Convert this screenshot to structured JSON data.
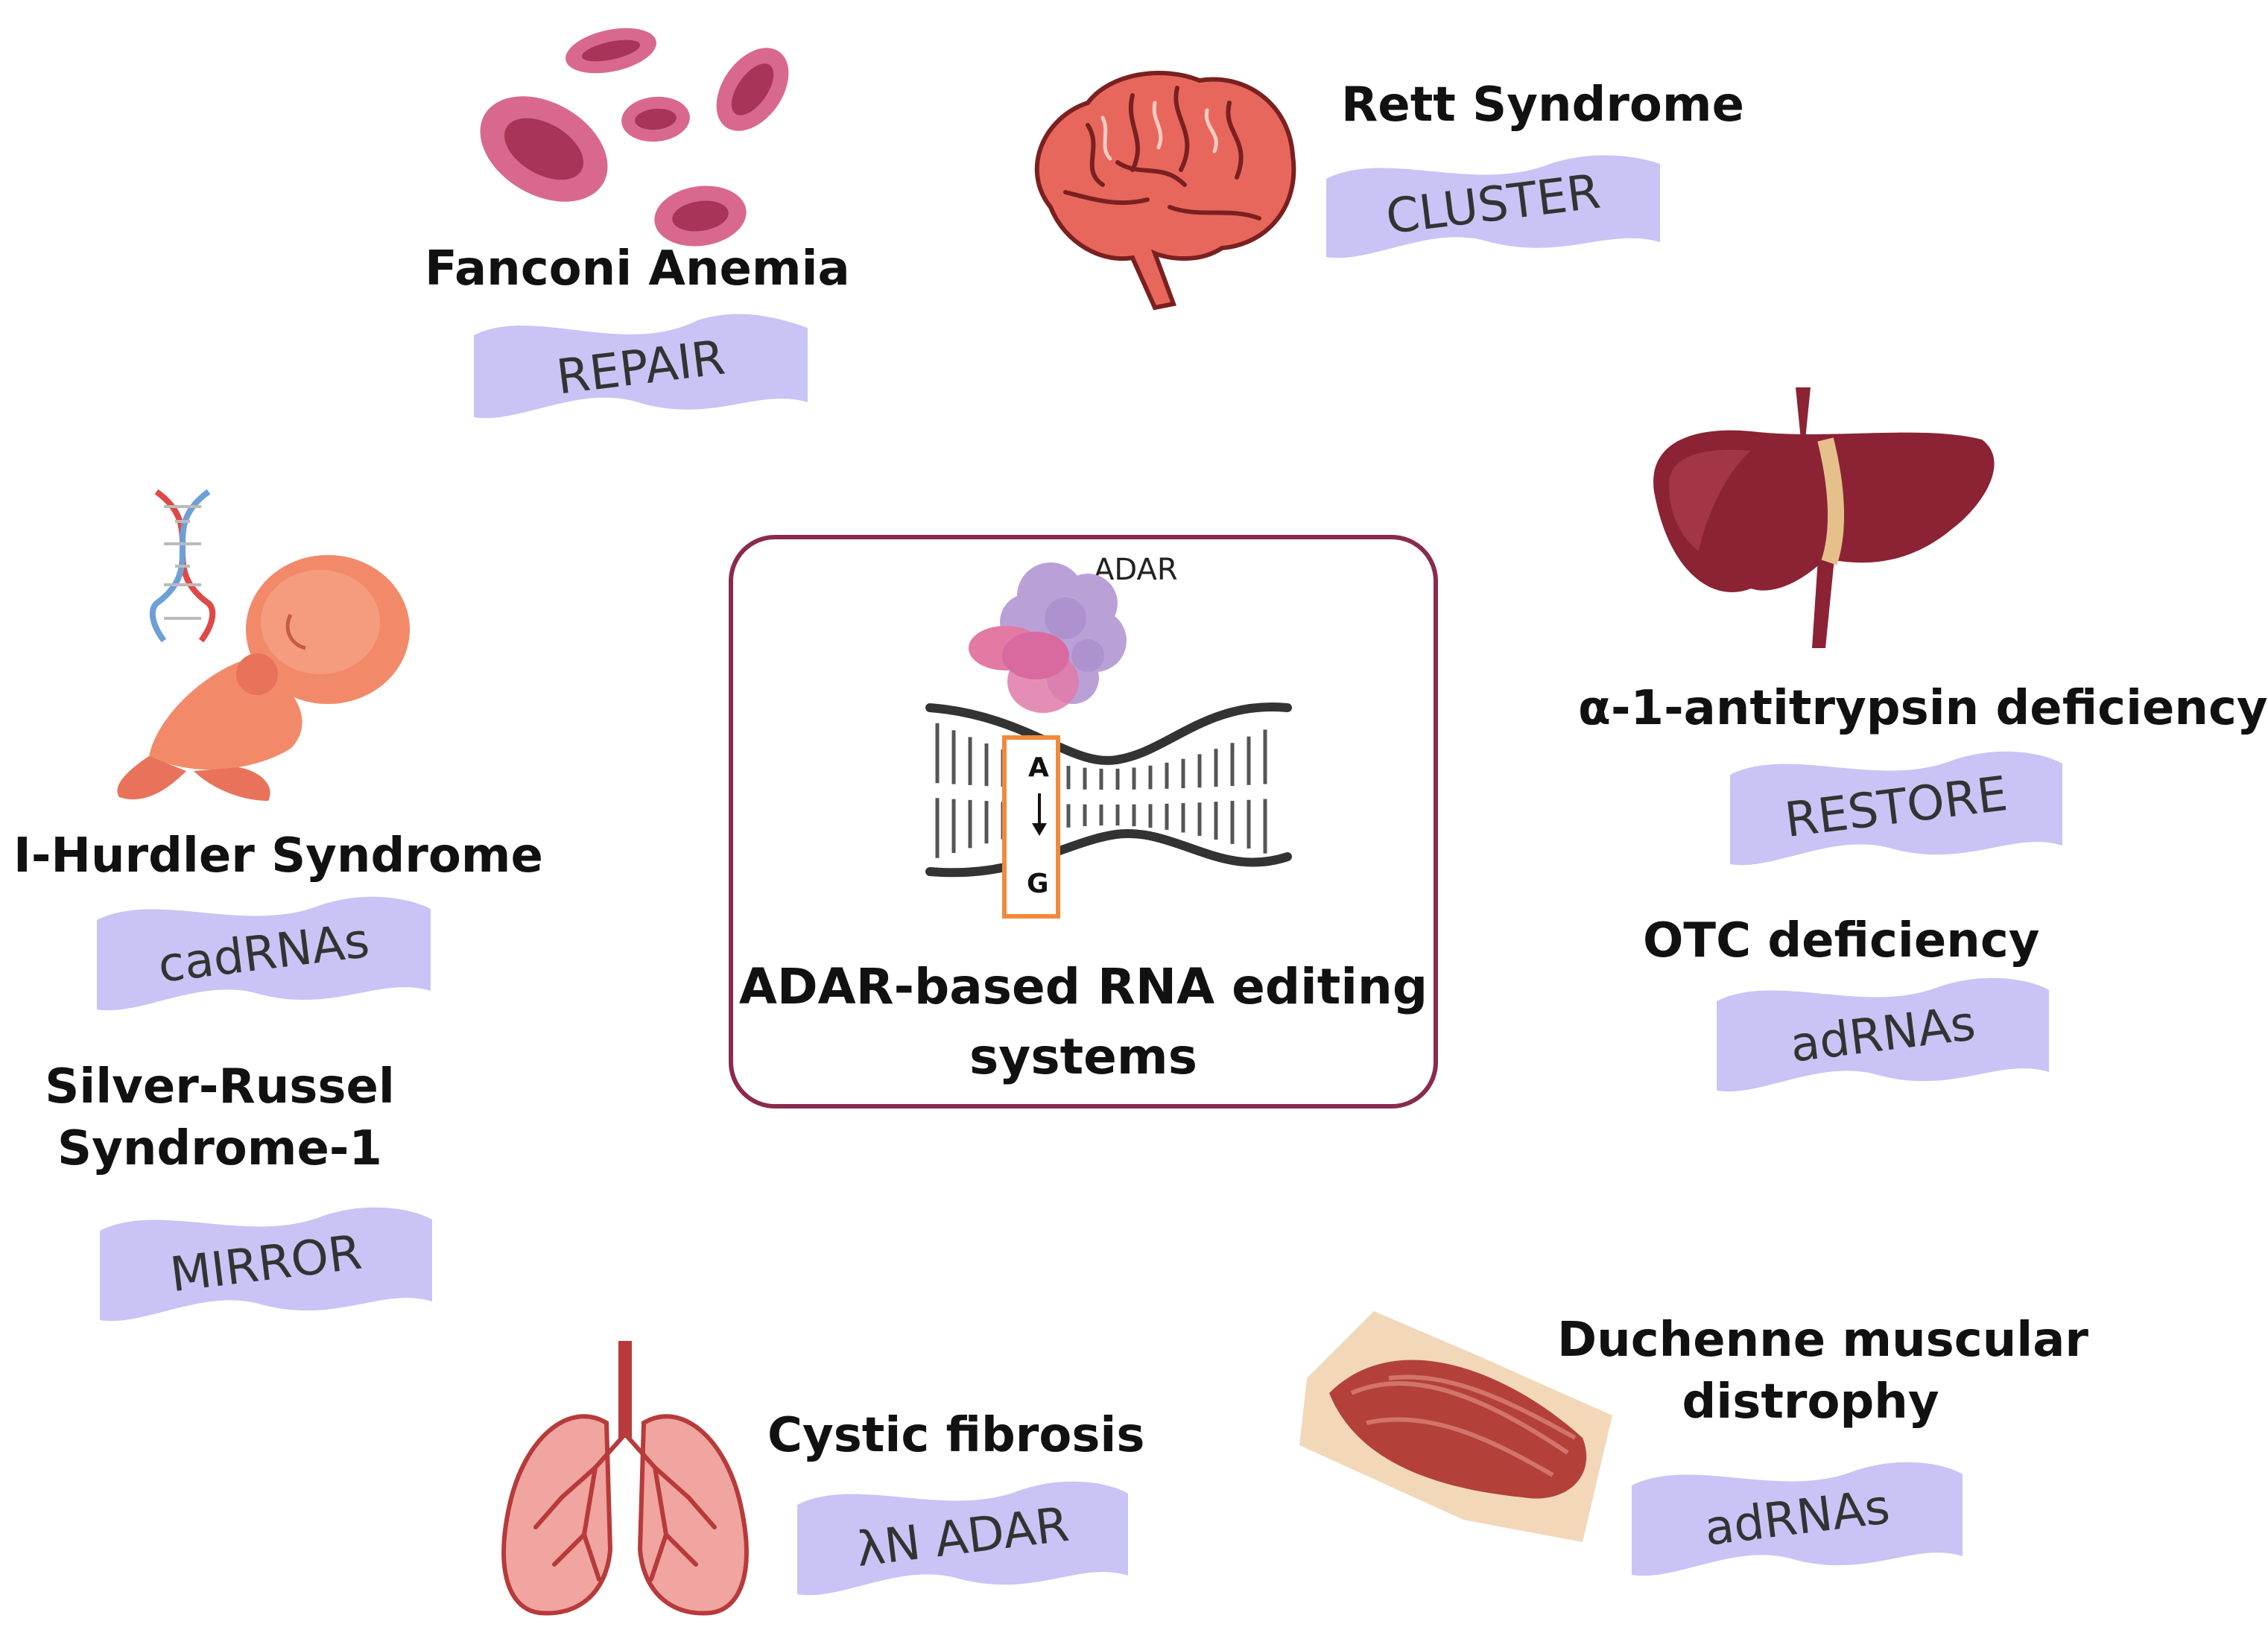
{
  "center": {
    "enzyme_label": "ADAR",
    "base_from": "A",
    "base_to": "G",
    "title_line1": "ADAR-based RNA editing",
    "title_line2": "systems"
  },
  "diseases": {
    "fanconi": {
      "name": "Fanconi Anemia",
      "system": "REPAIR"
    },
    "rett": {
      "name": "Rett Syndrome",
      "system": "CLUSTER"
    },
    "a1at": {
      "name": "α-1-antitrypsin deficiency",
      "system": "RESTORE"
    },
    "otc": {
      "name": "OTC deficiency",
      "system": "adRNAs"
    },
    "hurler": {
      "name": "I-Hurdler Syndrome",
      "system": "cadRNAs"
    },
    "silver": {
      "name_line1": "Silver-Russel",
      "name_line2": "Syndrome-1",
      "system": "MIRROR"
    },
    "cf": {
      "name": "Cystic fibrosis",
      "system": "λN ADAR"
    },
    "dmd": {
      "name_line1": "Duchenne muscular",
      "name_line2": "distrophy",
      "system": "adRNAs"
    }
  },
  "colors": {
    "ribbon": "#c9c4f5",
    "box_border": "#8a2a4e",
    "highlight_box": "#f08a3c"
  },
  "icons": [
    "red-blood-cells-icon",
    "brain-icon",
    "liver-icon",
    "dna-icon",
    "fetus-icon",
    "lungs-icon",
    "muscle-icon",
    "adar-protein-icon",
    "rna-strand-icon"
  ]
}
